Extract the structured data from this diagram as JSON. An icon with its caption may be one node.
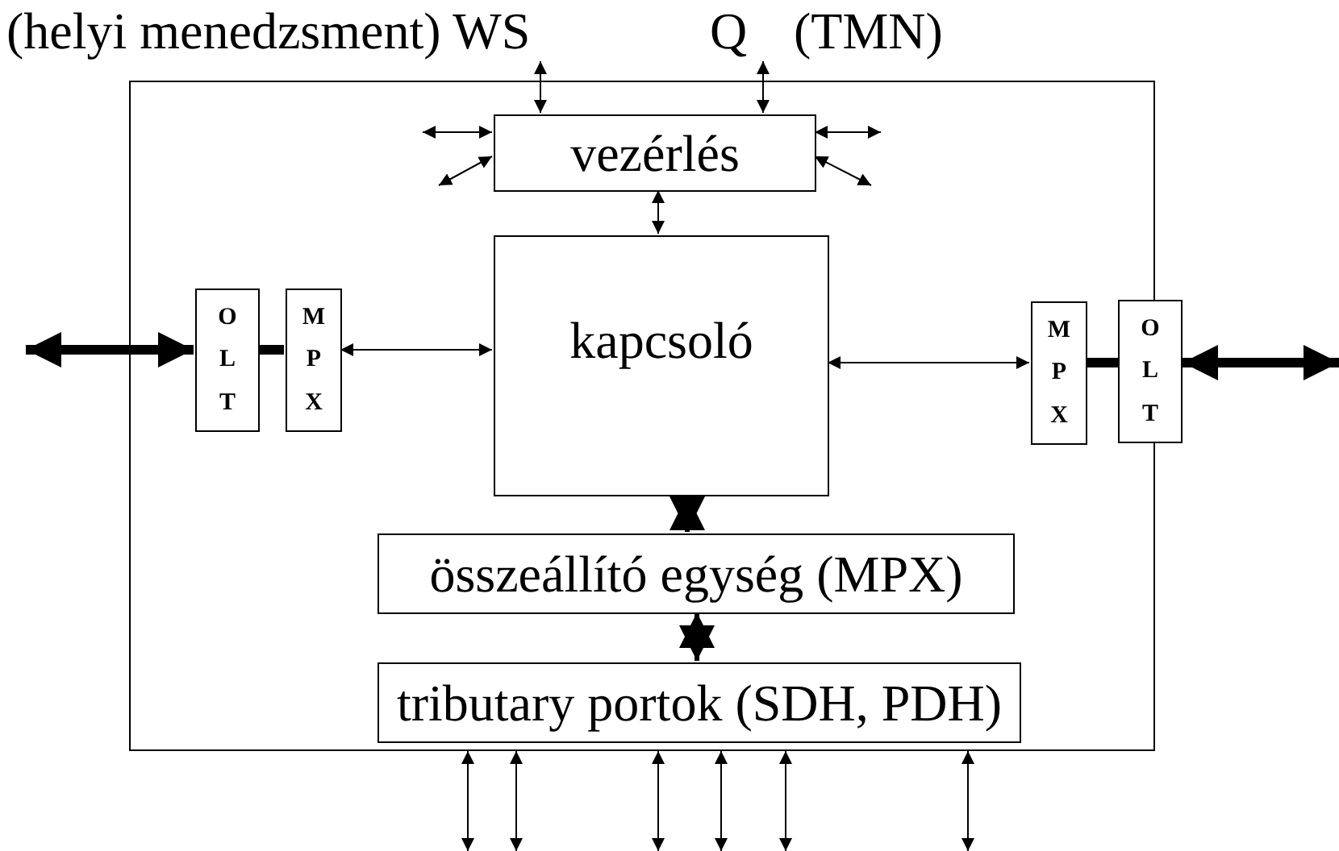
{
  "diagram": {
    "nodes": [
      {
        "text": [],
        "shape": "box"
      },
      {
        "text": [
          "vezérlés"
        ],
        "in": 0
      },
      {
        "text": [
          "kapcsoló"
        ],
        "in": 0
      },
      {
        "text": [
          "OLT"
        ],
        "in": 0
      },
      {
        "text": [
          "MPX"
        ],
        "in": 0
      },
      {
        "text": [
          "MPX"
        ],
        "in": 0
      },
      {
        "text": [
          "OLT"
        ]
      },
      {
        "text": [
          "összeállító egység (MPX)"
        ],
        "in": 0
      },
      {
        "text": [
          "tributary portok (SDH, PDH)"
        ],
        "in": 0
      },
      {
        "text": [
          "(helyi menedzsment) WS"
        ]
      },
      {
        "text": [
          "Q"
        ],
        "beside": [
          "(TMN)"
        ]
      }
    ],
    "edges": [
      {
        "from": 9,
        "to": 1,
        "arrow": "both"
      },
      {
        "from": 10,
        "to": 1,
        "arrow": "both"
      },
      {
        "from": 1,
        "to": null,
        "arrow": "both"
      },
      {
        "from": 1,
        "to": null,
        "arrow": "both"
      },
      {
        "from": 1,
        "to": null,
        "arrow": "both"
      },
      {
        "from": 1,
        "to": null,
        "arrow": "both"
      },
      {
        "from": 1,
        "to": 2,
        "arrow": "both"
      },
      {
        "from": null,
        "to": 3,
        "arrow": "both",
        "style": "thick"
      },
      {
        "from": 3,
        "to": 4,
        "arrow": "none",
        "style": "thick"
      },
      {
        "from": 4,
        "to": 2,
        "arrow": "both"
      },
      {
        "from": 2,
        "to": 5,
        "arrow": "both"
      },
      {
        "from": 5,
        "to": 6,
        "arrow": "none",
        "style": "thick"
      },
      {
        "from": 6,
        "to": null,
        "arrow": "both",
        "style": "thick"
      },
      {
        "from": 2,
        "to": 7,
        "arrow": "both",
        "style": "thick"
      },
      {
        "from": 7,
        "to": 8,
        "arrow": "both",
        "style": "thick"
      },
      {
        "from": 0,
        "to": null,
        "arrow": "both"
      },
      {
        "from": 0,
        "to": null,
        "arrow": "both"
      },
      {
        "from": 0,
        "to": null,
        "arrow": "both"
      },
      {
        "from": 0,
        "to": null,
        "arrow": "both"
      },
      {
        "from": 0,
        "to": null,
        "arrow": "both"
      },
      {
        "from": 0,
        "to": null,
        "arrow": "both"
      }
    ]
  }
}
